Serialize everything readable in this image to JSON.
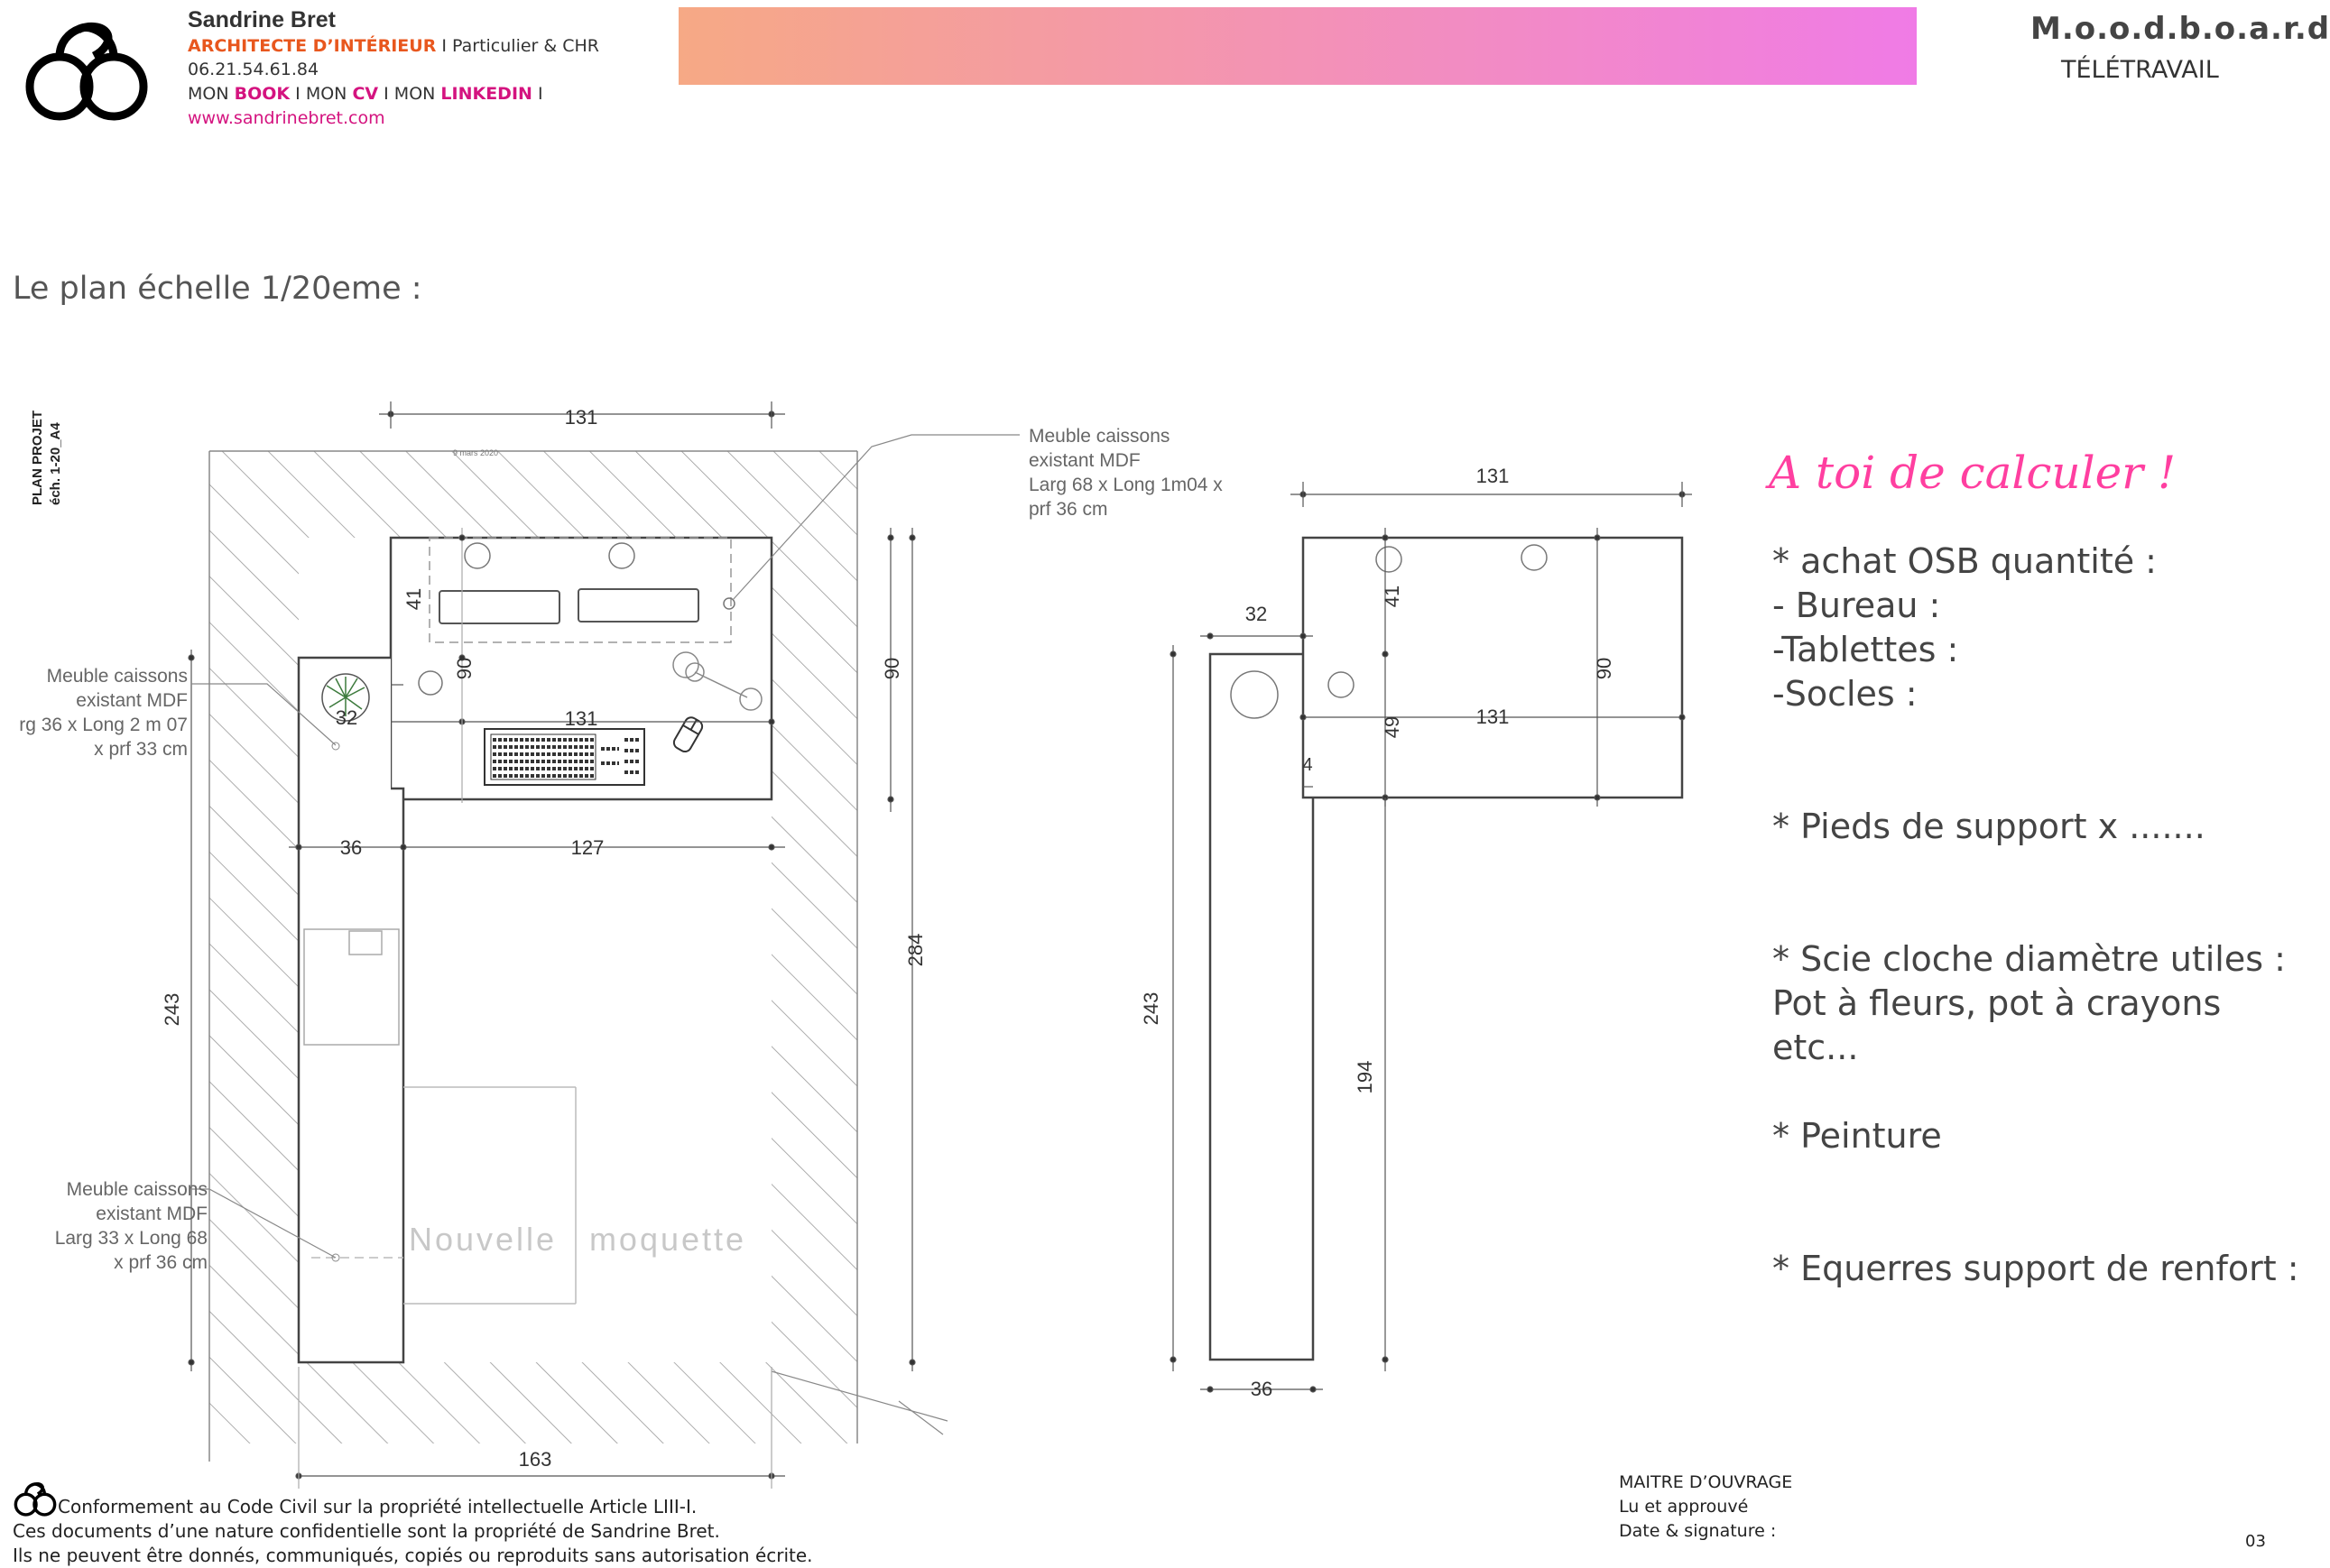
{
  "header": {
    "name": "Sandrine Bret",
    "role": "ARCHITECTE D’INTÉRIEUR",
    "role_suffix": "I Particulier & CHR",
    "phone": "06.21.54.61.84",
    "links": {
      "mon1": "MON",
      "book": "BOOK",
      "sep1": "I",
      "mon2": "MON",
      "cv": "CV",
      "sep2": "I",
      "mon3": "MON",
      "linkedin": "LINKEDIN",
      "sep3": "I"
    },
    "website": "www.sandrinebret.com",
    "moodboard_title": "M.o.o.d.b.o.a.r.d",
    "moodboard_sub": "TÉLÉTRAVAIL"
  },
  "plan_title": "Le plan échelle 1/20eme :",
  "plan_left": {
    "side_label_1": "PLAN PROJET",
    "side_label_2": "éch. 1-20_A4",
    "date_label": "9 mars 2020",
    "dims": {
      "top_131": "131",
      "d41": "41",
      "d90_inner": "90",
      "d32": "32",
      "d131_mid": "131",
      "d36": "36",
      "d127": "127",
      "d243": "243",
      "d90_right": "90",
      "d284": "284",
      "d163": "163"
    },
    "annotations": {
      "caisson_top": [
        "Meuble caissons",
        "existant MDF",
        "Larg 68 x Long 1m04 x",
        "prf 36 cm"
      ],
      "caisson_left": [
        "Meuble caissons",
        "existant MDF",
        "rg 36 x Long 2 m 07",
        "x prf 33 cm"
      ],
      "caisson_bottom": [
        "Meuble caissons",
        "existant MDF",
        "Larg 33 x Long 68",
        "x prf 36 cm"
      ]
    },
    "carpet_label_1": "Nouvelle",
    "carpet_label_2": "moquette"
  },
  "plan_right": {
    "dims": {
      "top_131": "131",
      "d32": "32",
      "d41": "41",
      "d49": "49",
      "d131_mid": "131",
      "d90": "90",
      "d4": "4",
      "d243": "243",
      "d194": "194",
      "d36": "36"
    }
  },
  "notes": {
    "heading": "A toi de calculer !",
    "lines": [
      "* achat OSB quantité :",
      "- Bureau :",
      "-Tablettes :",
      "-Socles :",
      "* Pieds de support x .......",
      "* Scie cloche diamètre utiles :",
      "Pot à fleurs, pot à crayons etc...",
      "* Peinture",
      "* Equerres support de renfort :"
    ]
  },
  "footer": {
    "line1": "Conformement au Code Civil sur la propriété intellectuelle Article LIII-I.",
    "line2": "Ces documents d’une nature confidentielle sont la propriété de Sandrine Bret.",
    "line3": "Ils ne peuvent être donnés, communiqués, copiés ou reproduits sans autorisation écrite."
  },
  "maitre": {
    "line1": "MAITRE D’OUVRAGE",
    "line2": "Lu et approuvé",
    "line3": "Date & signature :"
  },
  "page_number": "03",
  "colors": {
    "orange": "#e8571e",
    "pink": "#d4137f",
    "stripe_start": "#f6a985",
    "stripe_end": "#f07be6",
    "script_pink": "#ff3fa0"
  }
}
